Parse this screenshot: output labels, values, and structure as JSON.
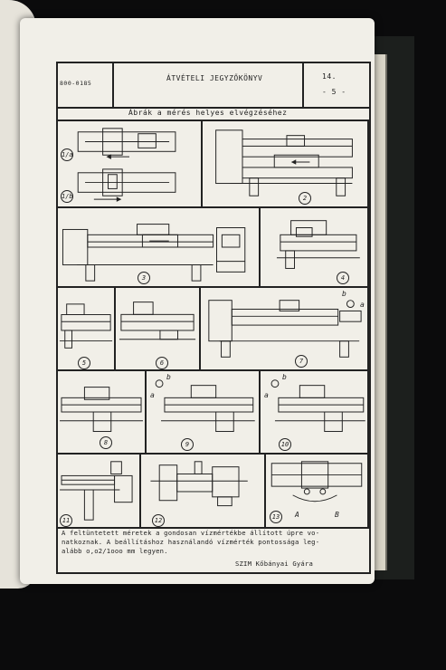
{
  "header": {
    "doc_code": "800-0185",
    "title": "ÁTVÉTELI JEGYZŐKÖNYV",
    "number": "14.",
    "page": "- 5 -"
  },
  "caption": "Ábrák a mérés helyes elvégzéséhez",
  "figures": [
    "1/a",
    "1/b",
    "2",
    "3",
    "4",
    "5",
    "6",
    "7",
    "8",
    "9",
    "10",
    "11",
    "12",
    "13"
  ],
  "figure_letters": {
    "a": "a",
    "b": "b",
    "A": "A",
    "B": "B"
  },
  "footer": {
    "line1": "A feltüntetett méretek a gondosan vízmértékbe állított úpre vo-",
    "line2": "natkoznak. A beállításhoz használandó vízmérték pontossága leg-",
    "line3": "alább o,o2/1ooo mm legyen.",
    "signature": "SZIM Kőbányai Gyára"
  }
}
